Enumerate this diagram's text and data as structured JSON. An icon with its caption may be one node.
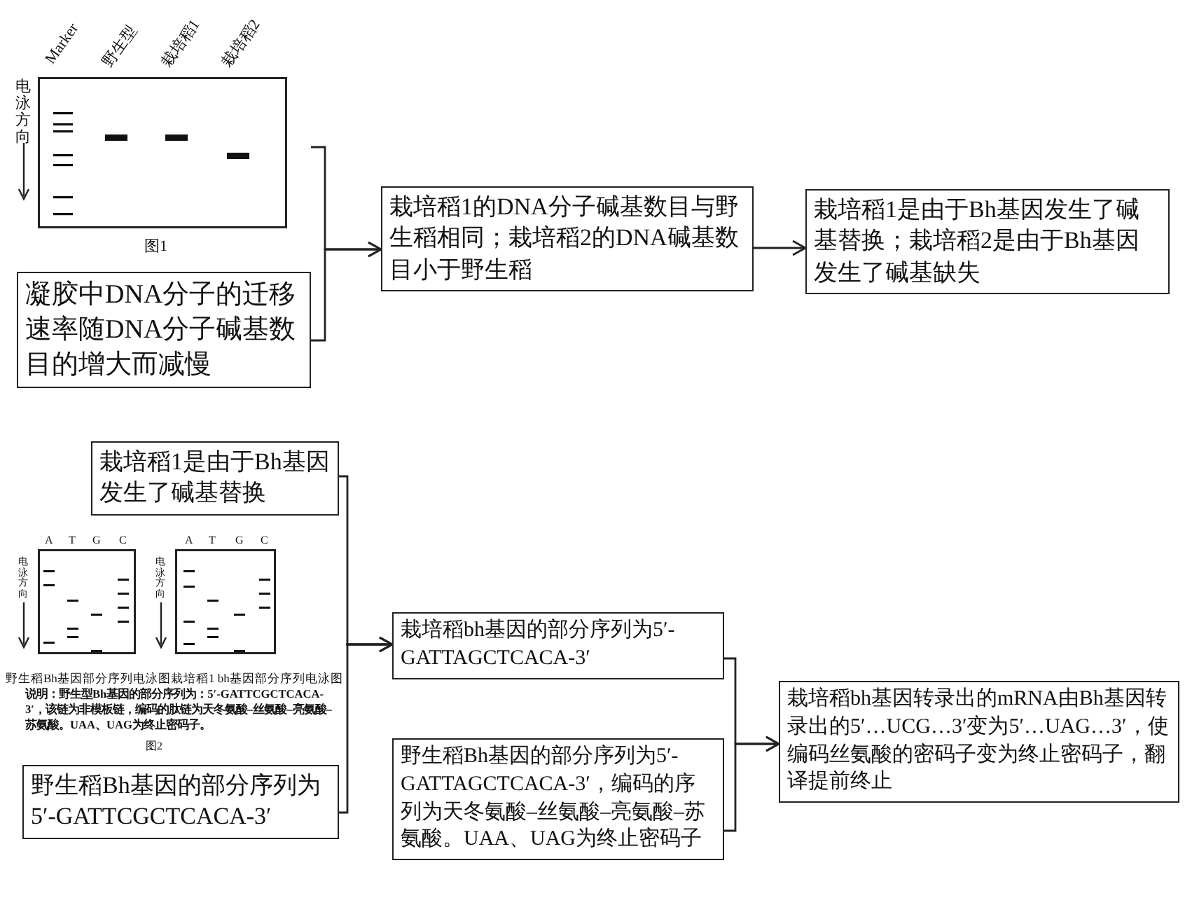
{
  "diagram": {
    "nodes": [
      {
        "text": [
          "Marker",
          "野生型",
          "栽培稻1",
          "栽培稻2",
          "电泳方向"
        ],
        "beside": [
          "图1"
        ]
      },
      {
        "text": [
          "凝胶中DNA分子的迁移速率随DNA分子碱基数目的增大而减慢"
        ]
      },
      {
        "text": [
          "栽培稻1的DNA分子碱基数目与野生稻相同；栽培稻2的DNA碱基数目小于野生稻"
        ]
      },
      {
        "text": [
          "栽培稻1是由于Bh基因发生了碱基替换；栽培稻2是由于Bh基因发生了碱基缺失"
        ]
      },
      {
        "text": [
          "栽培稻1是由于Bh基因发生了碱基替换"
        ]
      },
      {
        "text": [
          "A",
          "T",
          "G",
          "C",
          "A",
          "T",
          "G",
          "C",
          "电泳方向",
          "电泳方向",
          "野生稻Bh基因部分序列电泳图",
          "栽培稻1 bh基因部分序列电泳图",
          "说明：野生型Bh基因的部分序列为：5′-GATTCGCTCACA-3′，该链为非模板链，编码的肽链为天冬氨酸–丝氨酸–亮氨酸–苏氨酸。UAA、UAG为终止密码子。"
        ],
        "beside": [
          "图2"
        ]
      },
      {
        "text": [
          "野生稻Bh基因的部分序列为5′-GATTCGCTCACA-3′"
        ]
      },
      {
        "text": [
          "栽培稻bh基因的部分序列为5′-GATTAGCTCACA-3′"
        ]
      },
      {
        "text": [
          "野生稻Bh基因的部分序列为5′-GATTAGCTCACA-3′，编码的序列为天冬氨酸–丝氨酸–亮氨酸–苏氨酸。UAA、UAG为终止密码子"
        ]
      },
      {
        "text": [
          "栽培稻bh基因转录出的mRNA由Bh基因转录出的5′…UCG…3′变为5′…UAG…3′，使编码丝氨酸的密码子变为终止密码子，翻译提前终止"
        ]
      }
    ],
    "edges": [
      {
        "from": 0,
        "to": 2,
        "arrow": "to"
      },
      {
        "from": 1,
        "to": 2,
        "arrow": "to"
      },
      {
        "from": 2,
        "to": 3,
        "arrow": "to"
      },
      {
        "from": 4,
        "to": 7,
        "arrow": "to"
      },
      {
        "from": 5,
        "to": 7,
        "arrow": "to"
      },
      {
        "from": 6,
        "to": 7,
        "arrow": "to"
      },
      {
        "from": 7,
        "to": 9,
        "arrow": "to"
      },
      {
        "from": 8,
        "to": 9,
        "arrow": "to"
      }
    ]
  }
}
